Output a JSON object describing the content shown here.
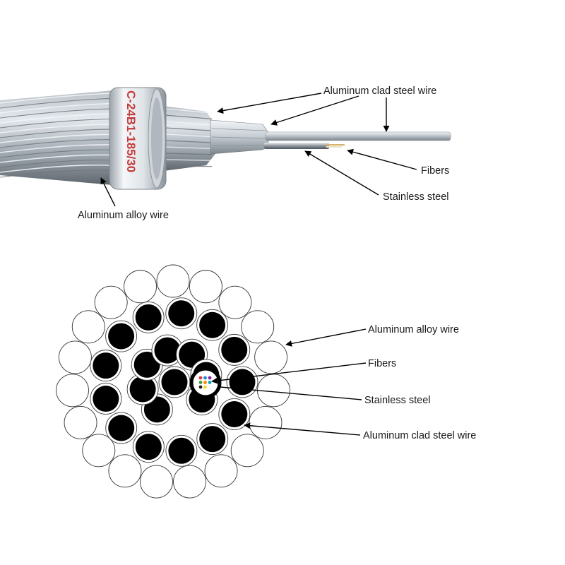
{
  "cable_photo": {
    "band_marking": "C-24B1-185/30",
    "labels": {
      "aluminum_clad_steel_wire": "Aluminum clad steel wire",
      "fibers": "Fibers",
      "stainless_steel": "Stainless steel",
      "aluminum_alloy_wire": "Aluminum alloy wire"
    }
  },
  "cross_section": {
    "labels": {
      "aluminum_alloy_wire": "Aluminum alloy wire",
      "fibers": "Fibers",
      "stainless_steel": "Stainless steel",
      "aluminum_clad_steel_wire": "Aluminum clad steel wire"
    },
    "outer_ring_wire_count": 19,
    "middle_ring_wire_count": 13,
    "inner_ring_wire_count": 7,
    "fiber_count": 8,
    "fiber_colors": [
      "#e53935",
      "#1e88e5",
      "#8e24aa",
      "#43a047",
      "#fb8c00",
      "#00acc1",
      "#212121",
      "#fdd835"
    ]
  },
  "colors": {
    "clad_steel_wire": "#000000",
    "aluminum_wire": "#ffffff",
    "band_text": "#c43b3b",
    "metal_light": "#e9eef2",
    "metal_dark": "#8d959d"
  }
}
